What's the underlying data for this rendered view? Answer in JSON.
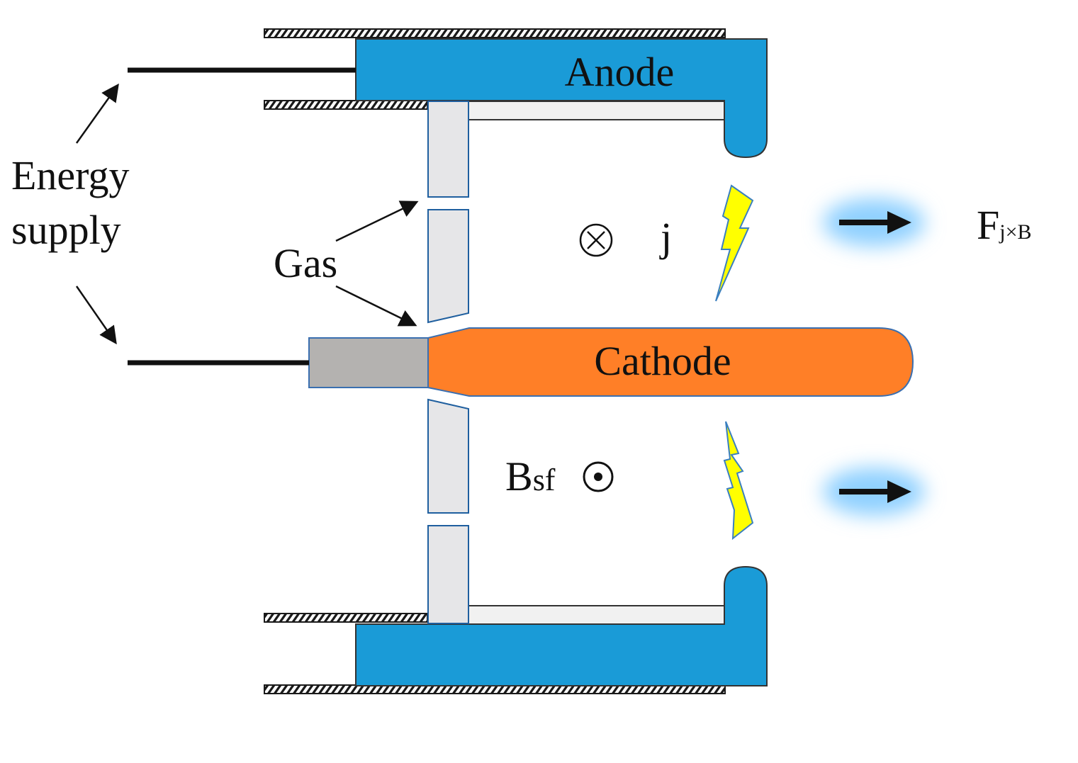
{
  "labels": {
    "anode": "Anode",
    "cathode": "Cathode",
    "energy_supply_line1": "Energy",
    "energy_supply_line2": "supply",
    "gas": "Gas",
    "current": "j",
    "magnetic_field_base": "B",
    "magnetic_field_sub": "sf",
    "force_base": "F",
    "force_sub": "j×B"
  },
  "colors": {
    "anode": "#1a9bd7",
    "cathode": "#ff7f27",
    "insulator": "#e6e6e8",
    "cathode_holder": "#b4b2b0",
    "arc": "#ffff00",
    "plume": "#8fd0ff"
  },
  "icons": {
    "current_direction": "circle-cross-icon",
    "field_direction": "circle-dot-icon",
    "discharge": "lightning-bolt-icon"
  }
}
